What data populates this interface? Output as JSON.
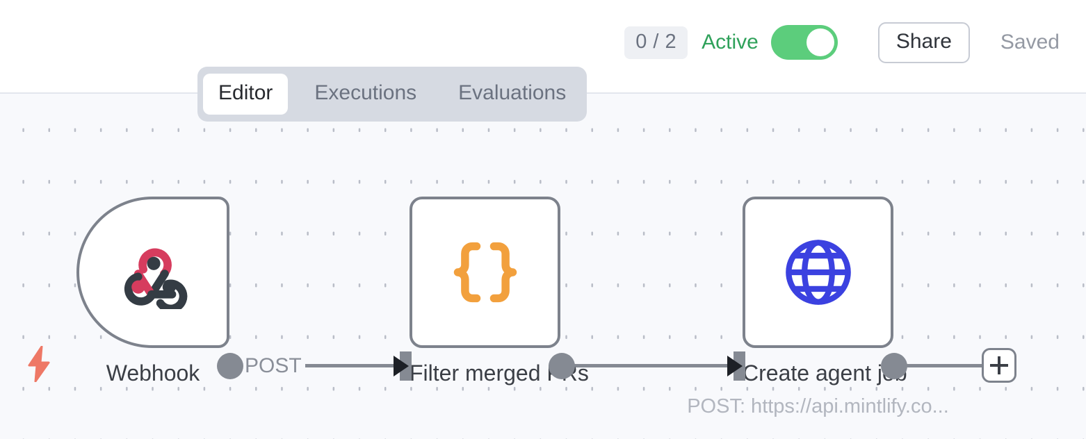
{
  "header": {
    "execution_badge": "0 / 2",
    "active_label": "Active",
    "toggle_state": "on",
    "share_label": "Share",
    "saved_label": "Saved",
    "accent_green": "#2fa15a",
    "toggle_green": "#5ccd7c"
  },
  "tabs": [
    {
      "label": "Editor",
      "active": true
    },
    {
      "label": "Executions",
      "active": false
    },
    {
      "label": "Evaluations",
      "active": false
    }
  ],
  "canvas": {
    "background": "#f8f9fc",
    "dot_color": "#b9bdc7",
    "nodes": [
      {
        "id": "webhook",
        "label": "Webhook",
        "sublabel": "",
        "icon": "webhook-icon",
        "icon_colors": [
          "#d63c5e",
          "#343c44"
        ],
        "type": "trigger"
      },
      {
        "id": "filter-merged-prs",
        "label": "Filter merged PRs",
        "sublabel": "",
        "icon": "curly-braces-icon",
        "icon_colors": [
          "#f2a03d"
        ],
        "type": "action"
      },
      {
        "id": "create-agent-job",
        "label": "Create agent job",
        "sublabel": "POST: https://api.mintlify.co...",
        "icon": "globe-icon",
        "icon_colors": [
          "#3b41e0"
        ],
        "type": "action"
      }
    ],
    "connections": [
      {
        "from": "webhook",
        "to": "filter-merged-prs",
        "label": "POST"
      },
      {
        "from": "filter-merged-prs",
        "to": "create-agent-job",
        "label": ""
      },
      {
        "from": "create-agent-job",
        "to": "add-node",
        "label": ""
      }
    ],
    "add_node_button": "+",
    "trigger_bolt_color": "#ee7866"
  }
}
